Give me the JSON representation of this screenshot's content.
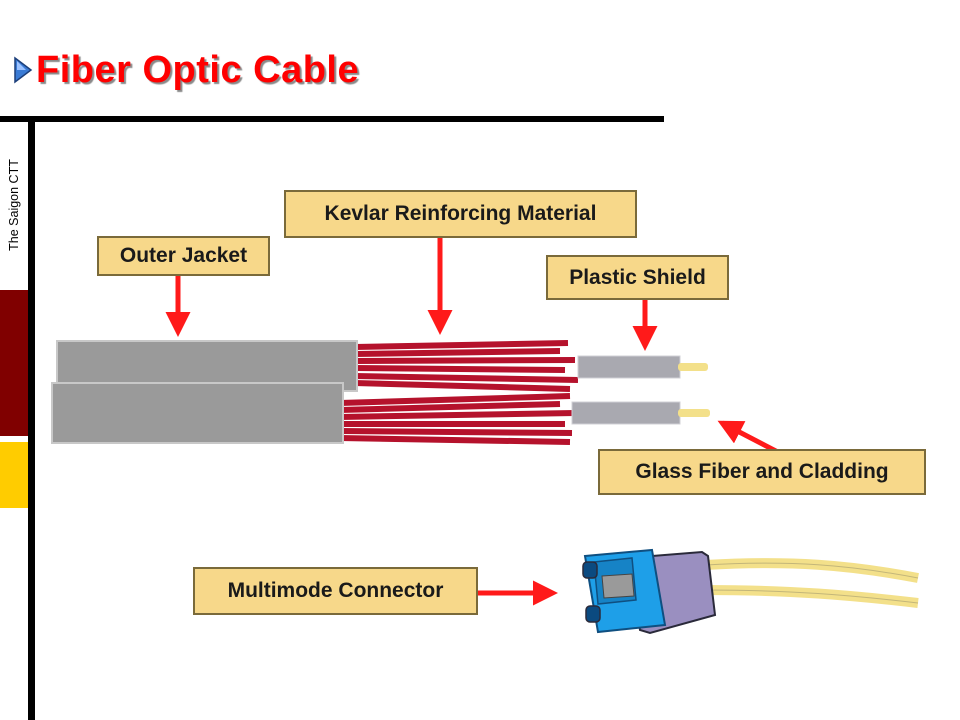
{
  "slide": {
    "title": "Fiber Optic Cable",
    "side_label": "The Saigon CTT"
  },
  "diagram": {
    "labels": {
      "outer_jacket": "Outer Jacket",
      "kevlar": "Kevlar Reinforcing Material",
      "plastic_shield": "Plastic Shield",
      "glass_fiber": "Glass Fiber and Cladding",
      "connector": "Multimode Connector"
    },
    "icons": [
      "bullet-triangle-icon",
      "cable-illustration",
      "multimode-connector-illustration",
      "arrow-icon"
    ]
  },
  "colors": {
    "title": "#ff0000",
    "label_fill": "#f7d88a",
    "arrow": "#ff1a1a",
    "kevlar": "#b5122c",
    "jacket": "#9a9a9a",
    "connector_blue": "#1e9fe8",
    "connector_purple": "#9a8fc0",
    "fiber": "#f3e08a",
    "accent_red": "#800000",
    "accent_gold": "#ffcc00"
  }
}
